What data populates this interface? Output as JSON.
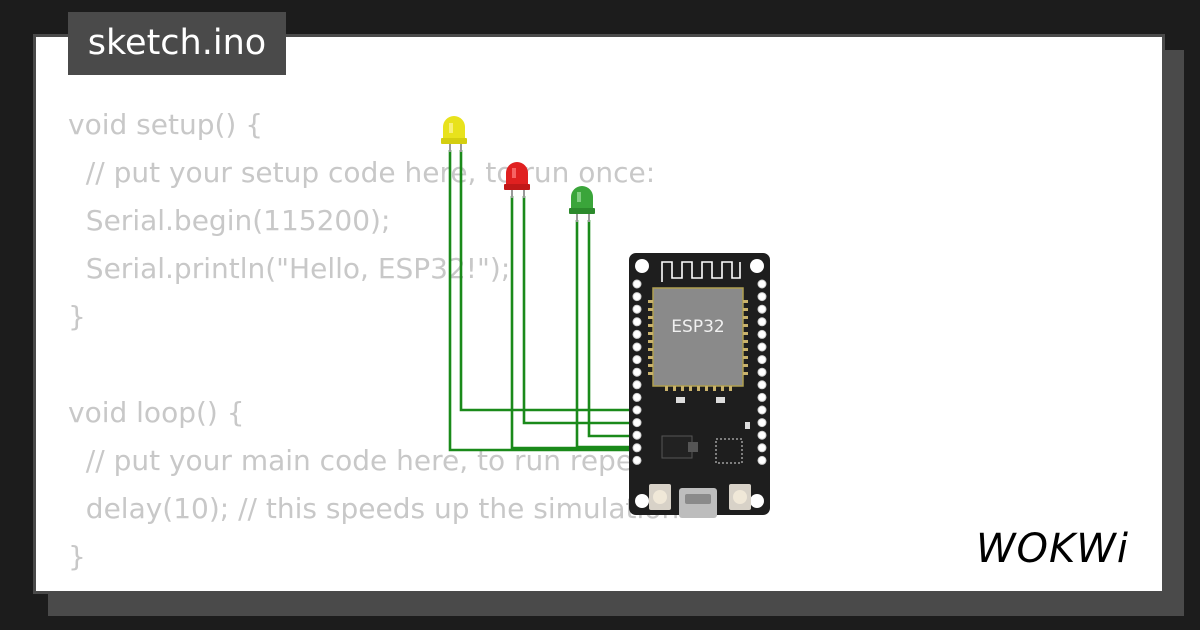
{
  "file_tab": {
    "label": "sketch.ino"
  },
  "code_lines": [
    "void setup() {",
    "  // put your setup code here, to run once:",
    "  Serial.begin(115200);",
    "  Serial.println(\"Hello, ESP32!\");",
    "}",
    "",
    "void loop() {",
    "  // put your main code here, to run repeatedly:",
    "  delay(10); // this speeds up the simulation",
    "}"
  ],
  "board": {
    "label": "ESP32"
  },
  "leds": [
    {
      "color": "yellow"
    },
    {
      "color": "red"
    },
    {
      "color": "green"
    }
  ],
  "brand": {
    "text": "WOKWi"
  },
  "colors": {
    "background": "#1c1c1c",
    "card": "#ffffff",
    "frame": "#4a4a4a",
    "code_text": "#c8c8c8",
    "wire": "#1a8a1a",
    "led_yellow": "#e8e21c",
    "led_red": "#e02020",
    "led_green": "#3aa53a",
    "board": "#1e1e1e"
  }
}
